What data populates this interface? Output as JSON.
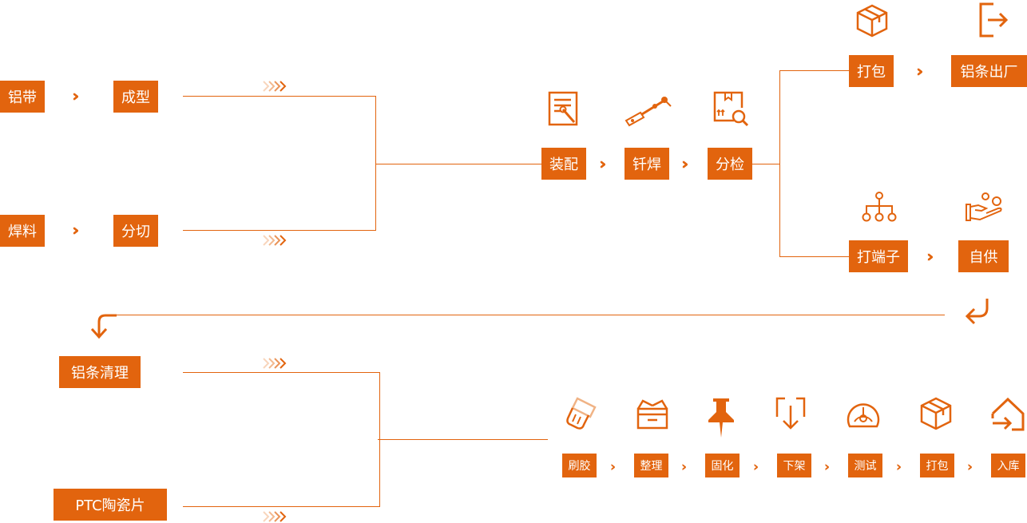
{
  "steps": {
    "lvdai": "铝带",
    "chengxing": "成型",
    "hanliao": "焊料",
    "fenqie": "分切",
    "zhuangpei": "装配",
    "qianhan": "钎焊",
    "fenjian": "分检",
    "dabao": "打包",
    "lvtiaochuchang": "铝条出厂",
    "daduanzi": "打端子",
    "zigong": "自供",
    "lvtiaoqingli": "铝条清理",
    "ptc": "PTC陶瓷片",
    "shuajiao": "刷胶",
    "zhengli": "整理",
    "guhua": "固化",
    "xiajia": "下架",
    "ceshi": "测试",
    "dabao2": "打包",
    "ruku": "入库"
  },
  "icons": {
    "zhuangpei": "document-wrench-icon",
    "qianhan": "soldering-iron-icon",
    "fenjian": "package-inspect-icon",
    "dabao": "box-icon",
    "lvtiaochuchang": "exit-icon",
    "daduanzi": "hierarchy-icon",
    "zigong": "hand-give-icon",
    "shuajiao": "brush-icon",
    "zhengli": "open-box-icon",
    "guhua": "pushpin-icon",
    "xiajia": "download-tray-icon",
    "ceshi": "gauge-icon",
    "dabao2": "box-icon",
    "ruku": "enter-house-icon"
  },
  "colors": {
    "accent": "#e2640e",
    "faded": "#f3b98f"
  }
}
